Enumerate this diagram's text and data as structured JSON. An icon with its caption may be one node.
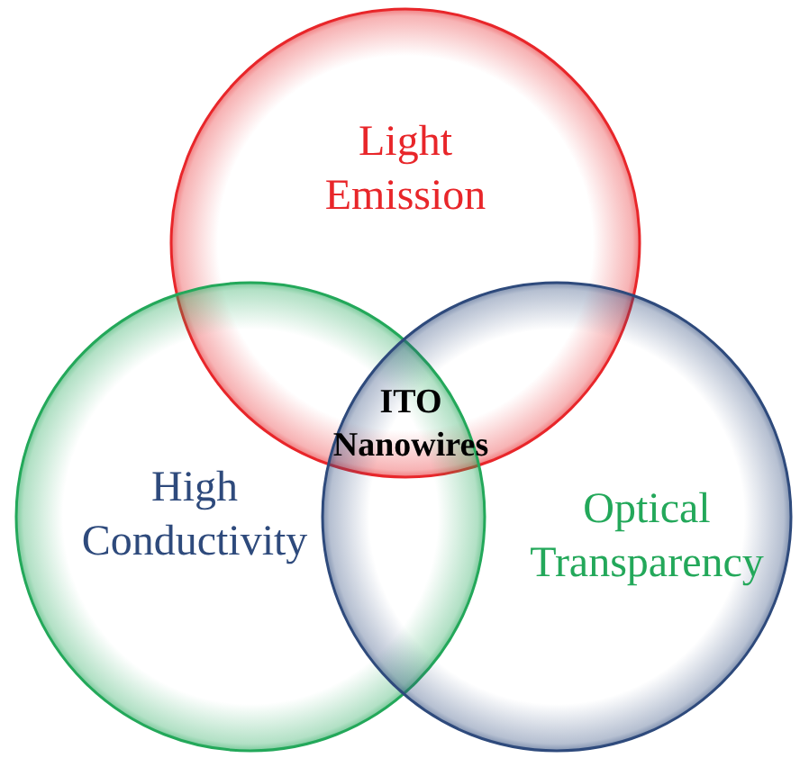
{
  "diagram": {
    "nodes": [
      {
        "text": [
          "Light Emission"
        ]
      },
      {
        "text": [
          "High Conductivity"
        ]
      },
      {
        "text": [
          "Optical Transparency"
        ]
      }
    ],
    "edges": [],
    "labels": [
      "ITO Nanowires"
    ]
  }
}
